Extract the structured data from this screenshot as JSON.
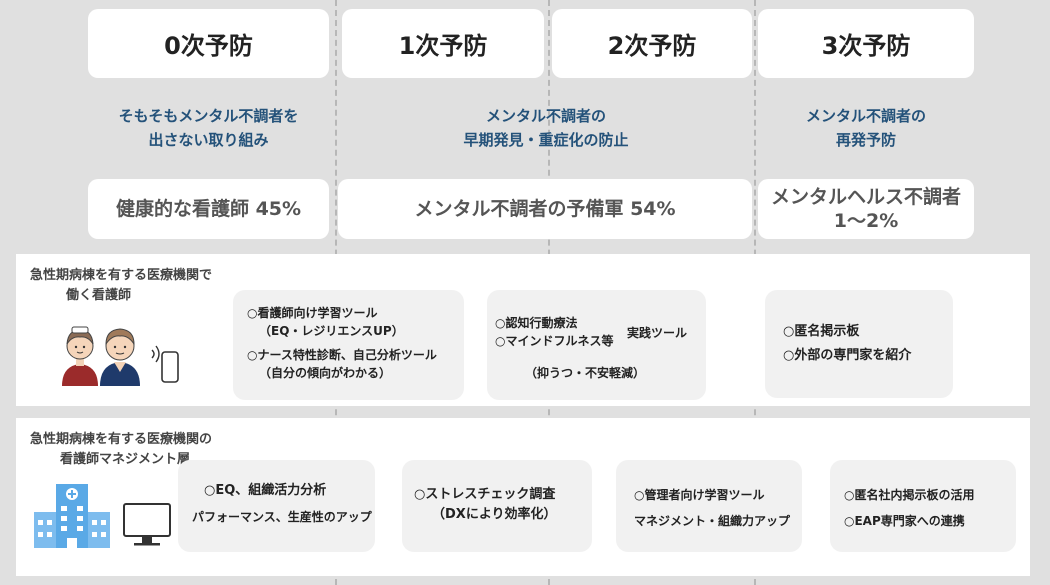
{
  "stages": [
    "0次予防",
    "1次予防",
    "2次予防",
    "3次予防"
  ],
  "goals": {
    "g0": [
      "そもそもメンタル不調者を",
      "出さない取り組み"
    ],
    "g12": [
      "メンタル不調者の",
      "早期発見・重症化の防止"
    ],
    "g3": [
      "メンタル不調者の",
      "再発予防"
    ]
  },
  "stats": {
    "s0": "健康的な看護師 45%",
    "s12": "メンタル不調者の予備軍 54%",
    "s3": [
      "メンタルヘルス不調者",
      "1〜2%"
    ]
  },
  "nurse_band": {
    "label": [
      "急性期病棟を有する医療機関で",
      "働く看護師"
    ],
    "card1": [
      "○看護師向け学習ツール",
      "（EQ・レジリエンスUP）",
      "○ナース特性診断、自己分析ツール",
      "（自分の傾向がわかる）"
    ],
    "card2": [
      "○認知行動療法",
      "○マインドフルネス等",
      "実践ツール",
      "（抑うつ・不安軽減）"
    ],
    "card3": [
      "○匿名掲示板",
      "○外部の専門家を紹介"
    ]
  },
  "mgmt_band": {
    "label": [
      "急性期病棟を有する医療機関の",
      "看護師マネジメント層"
    ],
    "card1": [
      "○EQ、組織活力分析",
      "パフォーマンス、生産性のアップ"
    ],
    "card2": [
      "○ストレスチェック調査",
      "（DXにより効率化）"
    ],
    "card3": [
      "○管理者向け学習ツール",
      "マネジメント・組織力アップ"
    ],
    "card4": [
      "○匿名社内掲示板の活用",
      "○EAP専門家への連携"
    ]
  },
  "colors": {
    "accent_blue": "#24527a",
    "building_blue": "#5aa9e6",
    "background": "#e0e0e0"
  },
  "icons": [
    "nurse-female-icon",
    "nurse-male-icon",
    "smartphone-icon",
    "hospital-building-icon",
    "monitor-icon"
  ]
}
